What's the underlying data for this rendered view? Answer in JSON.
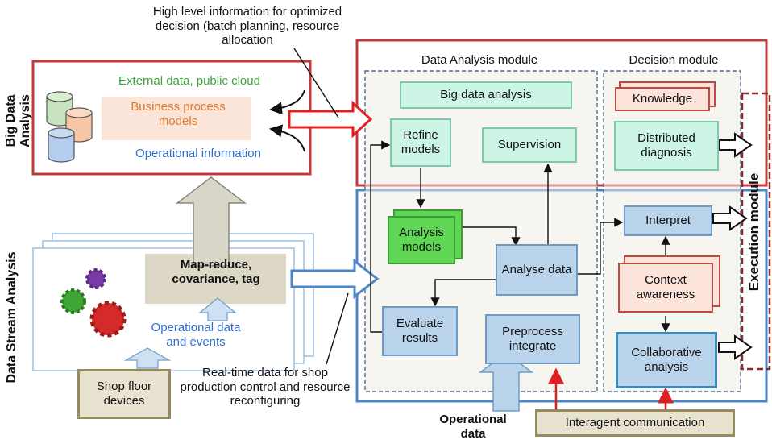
{
  "side_labels": {
    "big_data": "Big Data Analysis",
    "stream": "Data Stream Analysis"
  },
  "top_note": "High level information for optimized decision (batch planning, resource allocation",
  "big_data_box": {
    "external": "External data, public cloud",
    "business": "Business process models",
    "operational_info": "Operational information"
  },
  "stream_box": {
    "map_reduce": "Map-reduce, covariance, tag",
    "operational_events": "Operational data and events"
  },
  "shop_floor": "Shop floor devices",
  "realtime_note": "Real-time data for shop production control and resource reconfiguring",
  "operational_data": "Operational data",
  "interagent": "Interagent communication",
  "data_analysis_module": {
    "title": "Data Analysis module",
    "big_data_analysis": "Big data analysis",
    "refine_models": "Refine models",
    "supervision": "Supervision",
    "analysis_models": "Analysis models",
    "analyse_data": "Analyse data",
    "evaluate_results": "Evaluate results",
    "preprocess_integrate": "Preprocess integrate"
  },
  "decision_module": {
    "title": "Decision module",
    "knowledge": "Knowledge",
    "distributed_diagnosis": "Distributed diagnosis",
    "interpret": "Interpret",
    "context_awareness": "Context awareness",
    "collaborative_analysis": "Collaborative analysis"
  },
  "execution_module": "Execution module",
  "colors": {
    "big_data_border": "#c0393b",
    "stream_border": "#4a86c8",
    "external_text": "#3aa53a",
    "business_text": "#e07a2a",
    "operational_text": "#2f6fd0",
    "red_arrow": "#e02020"
  }
}
